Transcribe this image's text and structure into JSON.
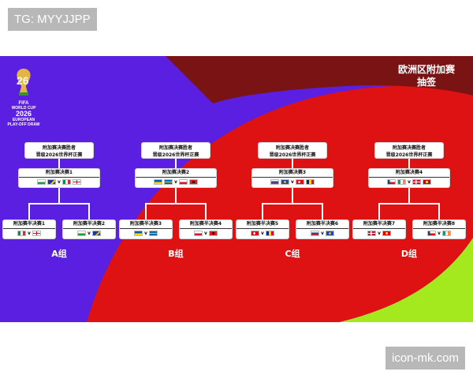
{
  "watermark_top_left": "TG: MYYJJPP",
  "watermark_bottom_right": "icon-mk.com",
  "poster": {
    "event_title_lines": [
      "欧洲区附加赛",
      "抽签"
    ],
    "logo": {
      "fifa": "FIFA",
      "line1": "WORLD CUP",
      "year": "2026",
      "line3": "EUROPEAN",
      "line4": "PLAY-OFF DRAW"
    },
    "groups": [
      {
        "winner_lines": [
          "附加赛决赛胜者",
          "晋级2026世界杯正赛"
        ],
        "final_label": "附加赛决赛1",
        "final_flags": [
          "wales",
          "bosnia",
          "italy",
          "england"
        ],
        "semis": [
          {
            "label": "附加赛半决赛1",
            "flags": [
              "italy",
              "england"
            ]
          },
          {
            "label": "附加赛半决赛2",
            "flags": [
              "wales",
              "bosnia"
            ]
          }
        ],
        "group_label": "A组"
      },
      {
        "winner_lines": [
          "附加赛决赛胜者",
          "晋级2026世界杯正赛"
        ],
        "final_label": "附加赛决赛2",
        "final_flags": [
          "ukraine",
          "sweden",
          "poland",
          "albania"
        ],
        "semis": [
          {
            "label": "附加赛半决赛3",
            "flags": [
              "ukraine",
              "sweden"
            ]
          },
          {
            "label": "附加赛半决赛4",
            "flags": [
              "poland",
              "albania"
            ]
          }
        ],
        "group_label": "B组"
      },
      {
        "winner_lines": [
          "附加赛决赛胜者",
          "晋级2026世界杯正赛"
        ],
        "final_label": "附加赛决赛3",
        "final_flags": [
          "slovakia",
          "kosovo",
          "turkey",
          "romania"
        ],
        "semis": [
          {
            "label": "附加赛半决赛5",
            "flags": [
              "turkey",
              "romania"
            ]
          },
          {
            "label": "附加赛半决赛6",
            "flags": [
              "slovakia",
              "kosovo"
            ]
          }
        ],
        "group_label": "C组"
      },
      {
        "winner_lines": [
          "附加赛决赛胜者",
          "晋级2026世界杯正赛"
        ],
        "final_label": "附加赛决赛4",
        "final_flags": [
          "czechia",
          "ireland",
          "denmark",
          "north-macedonia"
        ],
        "semis": [
          {
            "label": "附加赛半决赛7",
            "flags": [
              "denmark",
              "north-macedonia"
            ]
          },
          {
            "label": "附加赛半决赛8",
            "flags": [
              "czechia",
              "ireland"
            ]
          }
        ],
        "group_label": "D组"
      }
    ],
    "vs": "v"
  },
  "colors": {
    "purple": "#5a1fe0",
    "red": "#de1212",
    "dark_red": "#7a1414",
    "lime": "#a4e81e",
    "white": "#ffffff"
  }
}
